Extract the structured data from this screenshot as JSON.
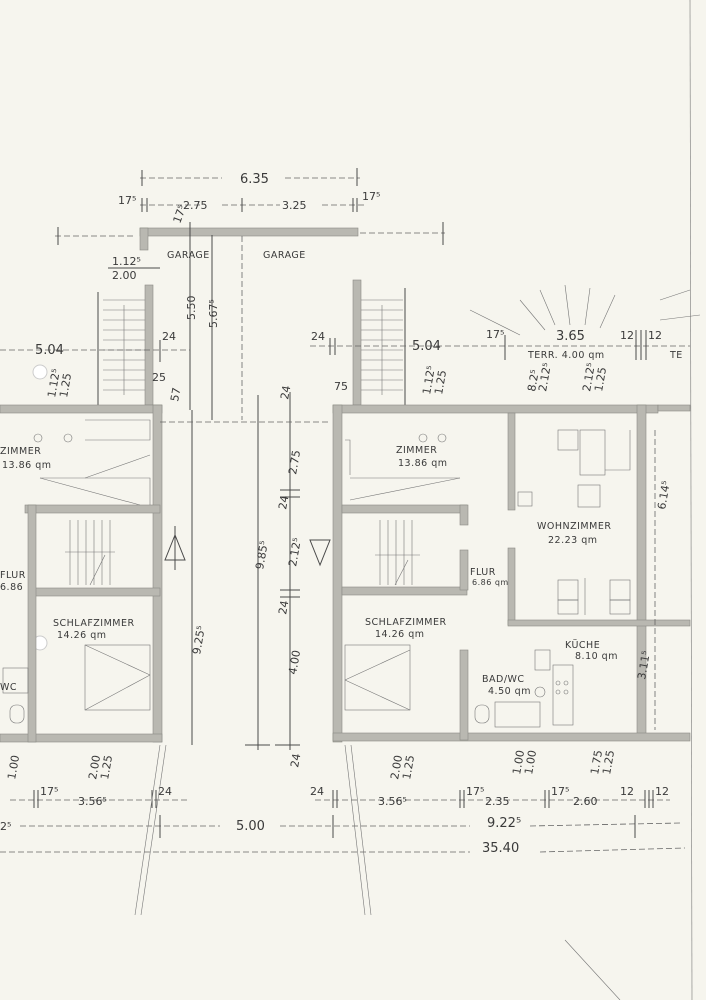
{
  "title": "Floor plan (Grundriss)",
  "garage": {
    "labels": [
      "GARAGE",
      "GARAGE"
    ],
    "width_total": "6.35",
    "width_left": "2.75",
    "width_right": "3.25",
    "wall_left": "17⁵",
    "wall_right": "17⁵",
    "depth_a": "5.50",
    "depth_b": "5.67⁵",
    "opening_top": "1.12⁵",
    "opening_bottom": "2.00",
    "wall_small": "17⁵"
  },
  "left_unit": {
    "rooms": [
      {
        "name": "ZIMMER",
        "area": "13.86 qm"
      },
      {
        "name": "FLUR",
        "area": "6.86"
      },
      {
        "name": "SCHLAFZIMMER",
        "area": "14.26 qm"
      },
      {
        "name": "WC",
        "area": ""
      }
    ],
    "dims": {
      "stair_len": "5.04",
      "wall_24": "24",
      "wall_25": "25",
      "d57": "57",
      "win_top": "1.12⁵",
      "win_bottom": "1.25",
      "depth": "9.25⁵"
    }
  },
  "right_unit": {
    "rooms": [
      {
        "name": "ZIMMER",
        "area": "13.86 qm"
      },
      {
        "name": "WOHNZIMMER",
        "area": "22.23 qm"
      },
      {
        "name": "FLUR",
        "area": "6.86 qm"
      },
      {
        "name": "SCHLAFZIMMER",
        "area": "14.26 qm"
      },
      {
        "name": "KÜCHE",
        "area": "8.10 qm"
      },
      {
        "name": "BAD/WC",
        "area": "4.50 qm"
      }
    ],
    "terrace": {
      "label": "TERR. 4.00 qm",
      "width": "3.65"
    },
    "dims": {
      "wall_24": "24",
      "stair_len": "5.04",
      "win_top": "1.12⁵",
      "win_bottom": "1.25",
      "d75": "75",
      "d17": "17⁵",
      "d12a": "12",
      "d12b": "12",
      "d82": "8.2⁵",
      "d212a": "2.12⁵",
      "d212b": "2.12⁵",
      "d125": "1.25",
      "d614": "6.14⁵",
      "d311": "3.11⁵",
      "d_next": "TE"
    }
  },
  "middle_dims": {
    "total": "9.85⁵",
    "a": "2.75",
    "b": "24",
    "c": "2.12⁵",
    "d": "24",
    "e": "4.00",
    "f": "24",
    "g": "24"
  },
  "bottom_dims": {
    "win_left_a": "1.00",
    "win_left_b_top": "2.00",
    "win_left_b_bottom": "1.25",
    "win_right_a_top": "2.00",
    "win_right_a_bottom": "1.25",
    "win_right_b_top": "1.00",
    "win_right_b_bottom": "1.00",
    "win_right_c_top": "1.75",
    "win_right_c_bottom": "1.25",
    "row1": [
      "17⁵",
      "3.56⁵",
      "24",
      "24",
      "3.56⁵",
      "17⁵",
      "2.35",
      "17⁵",
      "2.60",
      "12",
      "12"
    ],
    "row2": [
      "2⁵",
      "5.00",
      "9.22⁵"
    ],
    "row3": "35.40"
  }
}
